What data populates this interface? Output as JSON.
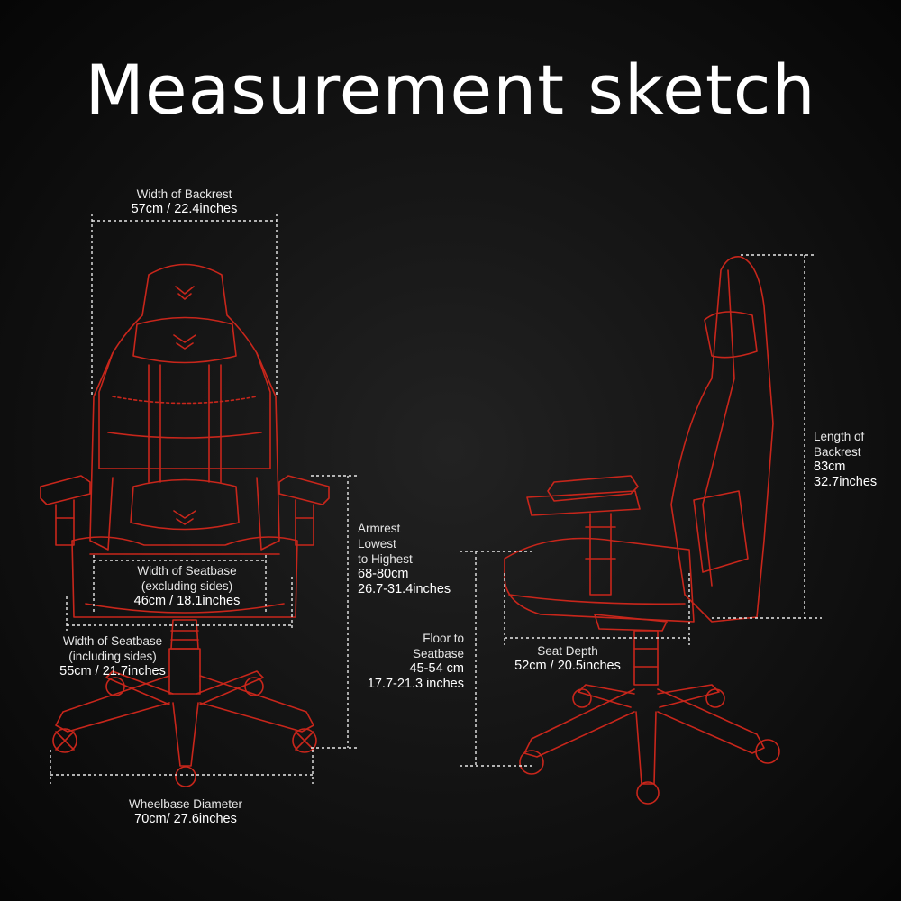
{
  "title": "Measurement sketch",
  "measurements": {
    "backrest_width": {
      "label": "Width of Backrest",
      "value": "57cm / 22.4inches"
    },
    "seatbase_excl": {
      "label_line1": "Width of Seatbase",
      "label_line2": "(excluding sides)",
      "value": "46cm / 18.1inches"
    },
    "seatbase_incl": {
      "label_line1": "Width of Seatbase",
      "label_line2": "(including sides)",
      "value": "55cm / 21.7inches"
    },
    "armrest": {
      "label_line1": "Armrest",
      "label_line2": "Lowest",
      "label_line3": "to Highest",
      "value_line1": "68-80cm",
      "value_line2": "26.7-31.4inches"
    },
    "wheelbase": {
      "label": "Wheelbase Diameter",
      "value": "70cm/ 27.6inches"
    },
    "floor_seat": {
      "label_line1": "Floor to",
      "label_line2": "Seatbase",
      "value_line1": "45-54 cm",
      "value_line2": "17.7-21.3 inches"
    },
    "seat_depth": {
      "label": "Seat Depth",
      "value": "52cm / 20.5inches"
    },
    "backrest_length": {
      "label_line1": "Length of",
      "label_line2": "Backrest",
      "value_line1": "83cm",
      "value_line2": "32.7inches"
    }
  },
  "colors": {
    "outline": "#c8261b",
    "dims": "#e8e8e8",
    "background": "#151515"
  }
}
